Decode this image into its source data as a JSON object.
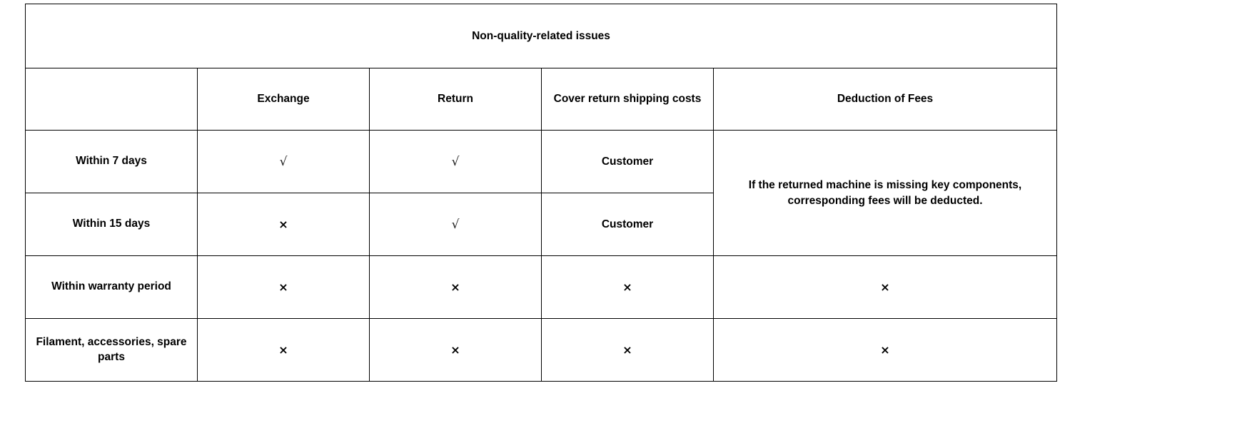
{
  "table": {
    "title": "Non-quality-related issues",
    "columns": [
      {
        "key": "row_label",
        "label": ""
      },
      {
        "key": "exchange",
        "label": "Exchange"
      },
      {
        "key": "return",
        "label": "Return"
      },
      {
        "key": "shipping",
        "label": "Cover return shipping costs"
      },
      {
        "key": "deduction",
        "label": "Deduction of Fees"
      }
    ],
    "glyphs": {
      "check": "√",
      "cross": "×"
    },
    "merged_note": "If the returned machine is missing key components, corresponding fees will be deducted.",
    "rows": [
      {
        "row_label": "Within 7 days",
        "exchange": "√",
        "return": "√",
        "shipping": "Customer"
      },
      {
        "row_label": "Within 15 days",
        "exchange": "×",
        "return": "√",
        "shipping": "Customer"
      },
      {
        "row_label": "Within warranty period",
        "exchange": "×",
        "return": "×",
        "shipping": "×",
        "deduction": "×"
      },
      {
        "row_label": "Filament, accessories, spare parts",
        "exchange": "×",
        "return": "×",
        "shipping": "×",
        "deduction": "×"
      }
    ]
  },
  "colors": {
    "border": "#000000",
    "text": "#000000",
    "background": "#ffffff"
  }
}
